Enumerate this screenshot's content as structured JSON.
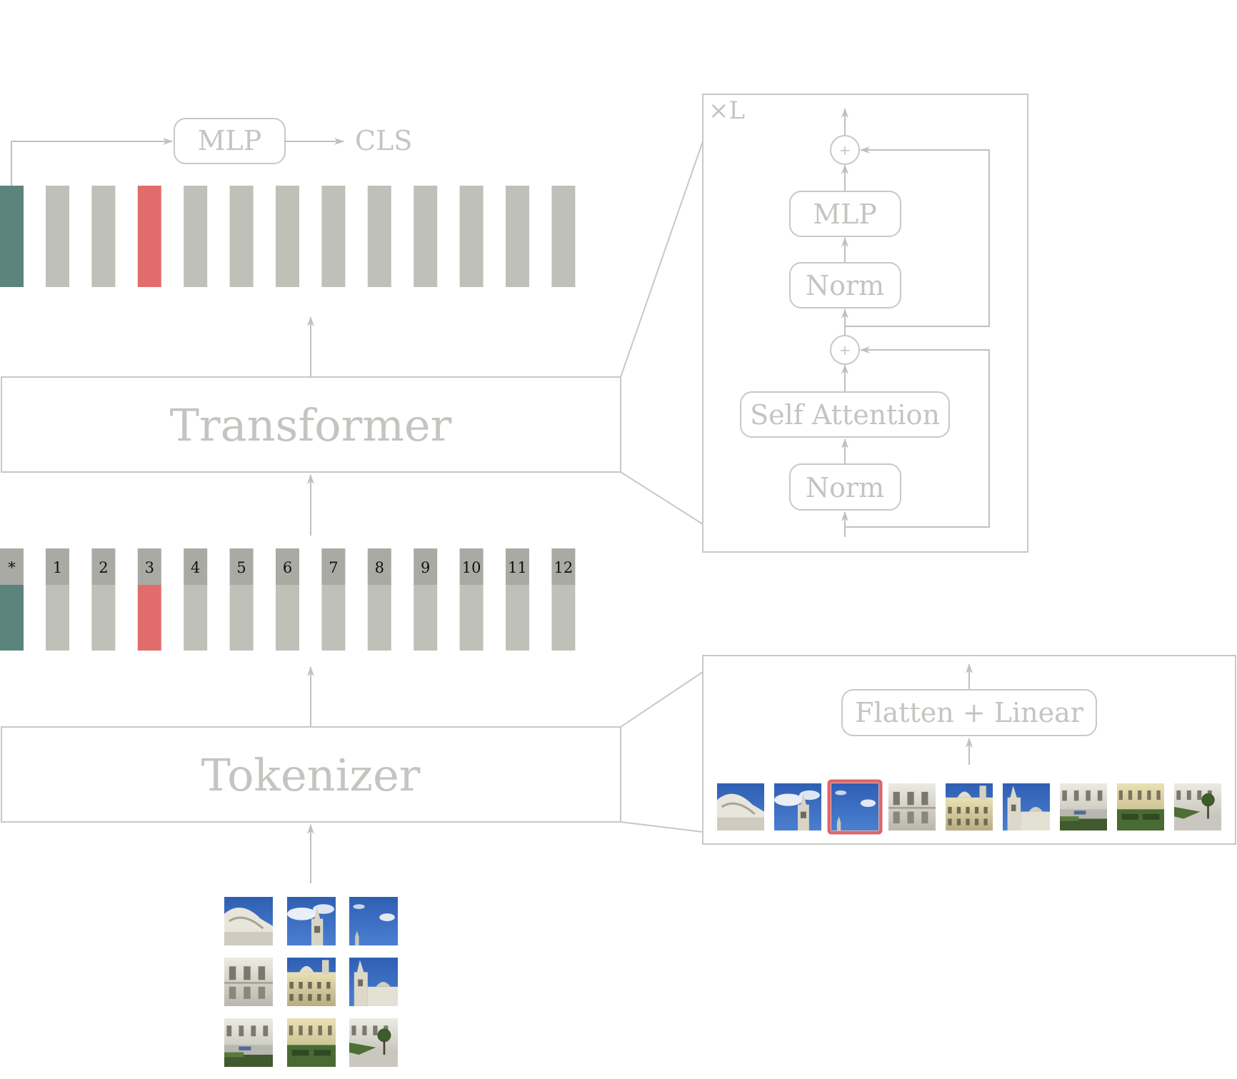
{
  "labels": {
    "head_mlp": "MLP",
    "cls": "CLS",
    "transformer": "Transformer",
    "tokenizer": "Tokenizer",
    "repeat": "×L",
    "block_mlp": "MLP",
    "norm_top": "Norm",
    "self_attention": "Self Attention",
    "norm_bottom": "Norm",
    "plus": "+",
    "flatten_linear": "Flatten + Linear"
  },
  "tokens": {
    "position_labels": [
      "*",
      "1",
      "2",
      "3",
      "4",
      "5",
      "6",
      "7",
      "8",
      "9",
      "10",
      "11",
      "12"
    ],
    "cls_index": 0,
    "highlighted_index": 3
  },
  "patches": {
    "count": 9,
    "highlighted_index": 2
  },
  "colors": {
    "line": "#c0c0bc",
    "label": "#c4c4c0",
    "token": "#bfc0b8",
    "token_header": "#a9aaa3",
    "cls_token": "#5a847c",
    "highlight_token": "#e06d6c",
    "highlight_border": "#d9676b"
  }
}
